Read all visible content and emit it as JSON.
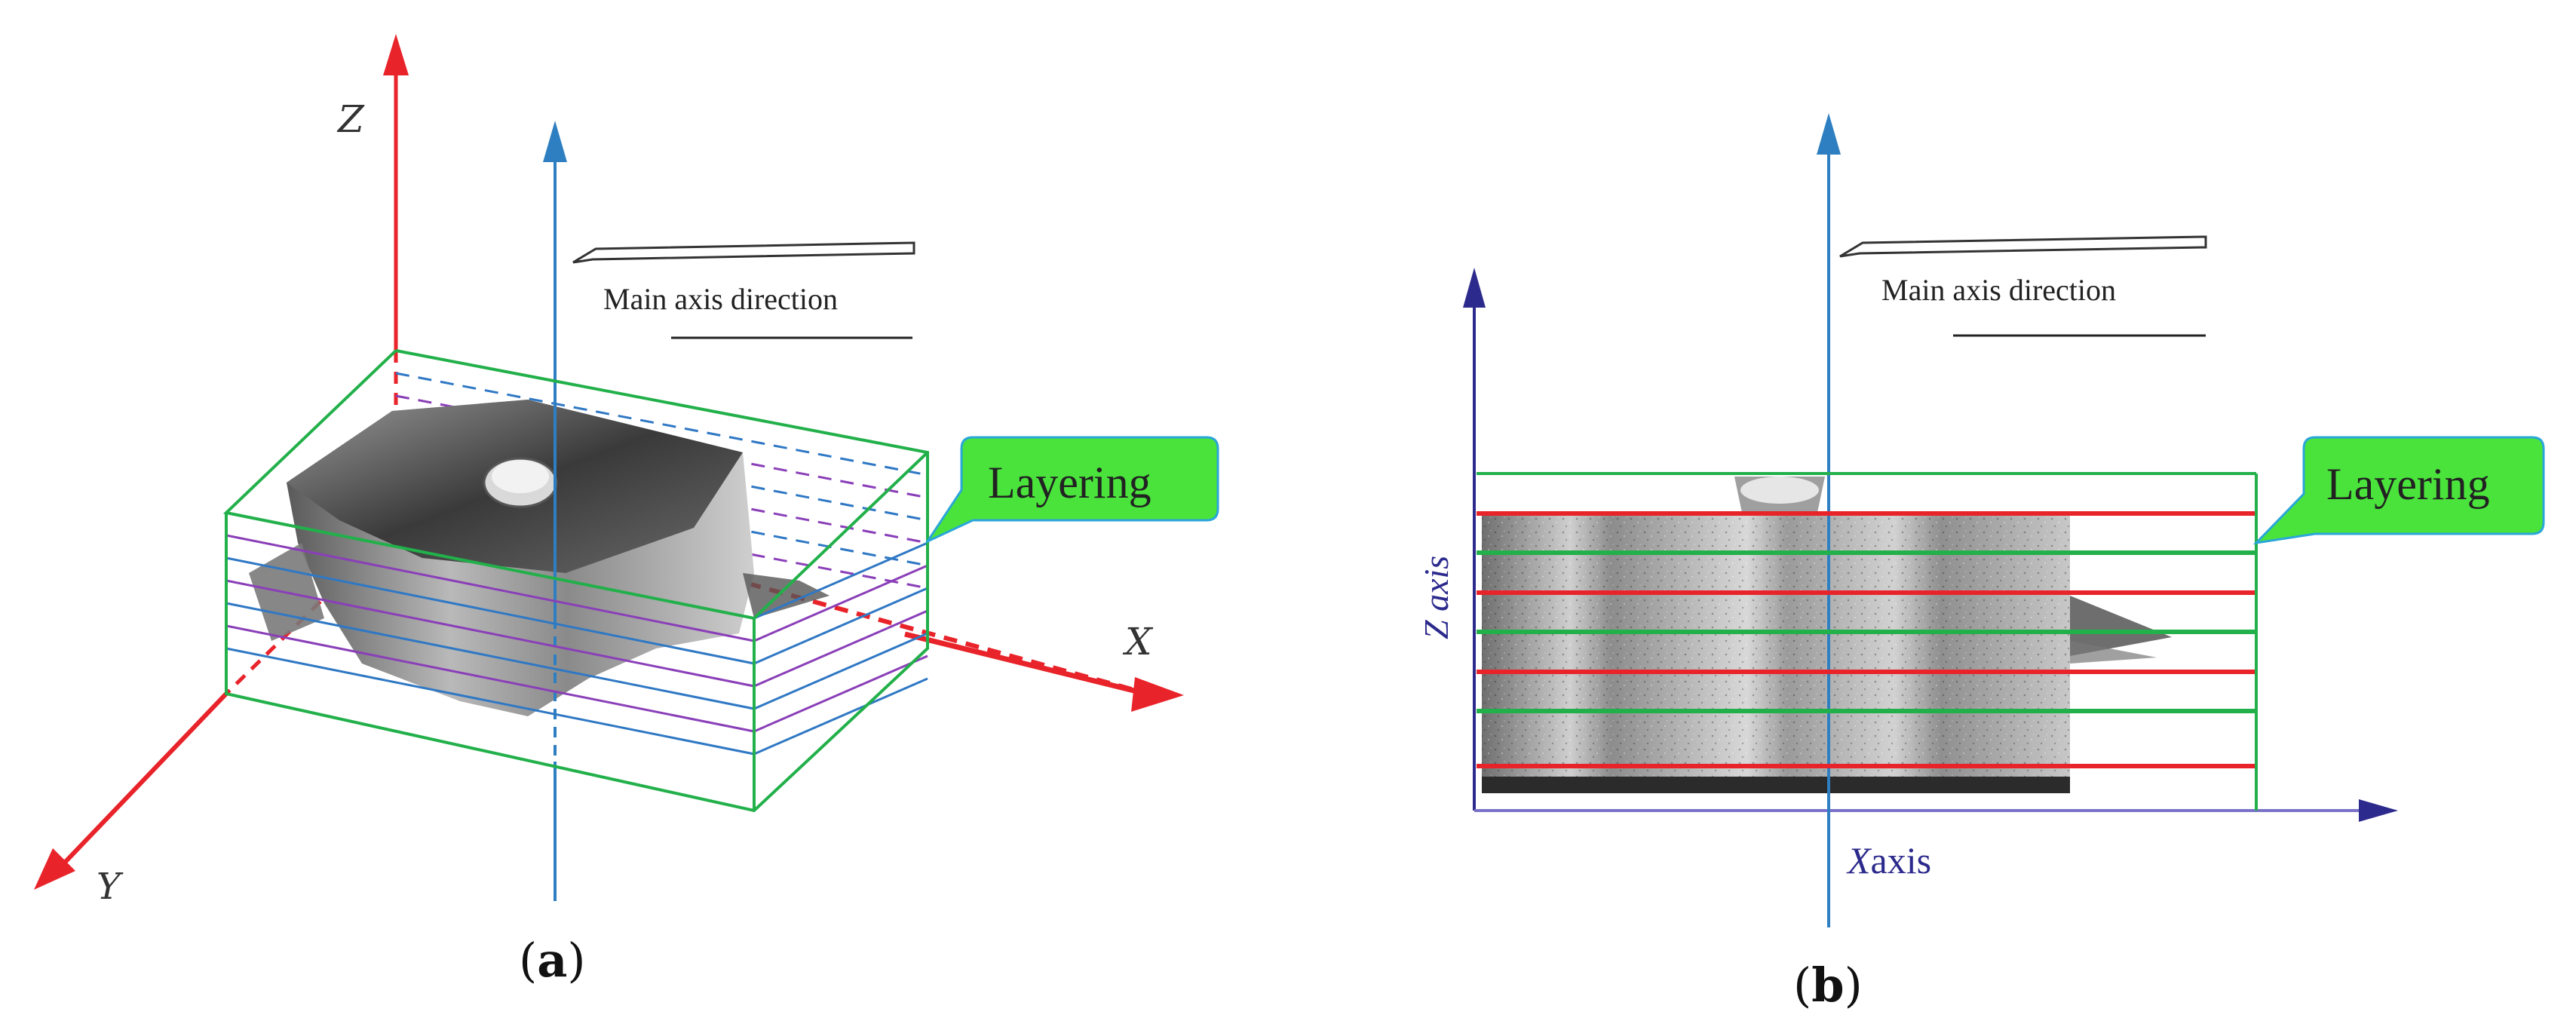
{
  "panel_a": {
    "axis_z": "Z",
    "axis_x": "X",
    "axis_y": "Y",
    "main_axis_caption": "Main axis direction",
    "callout": "Layering",
    "caption_open": "(",
    "caption_letter": "a",
    "caption_close": ")"
  },
  "panel_b": {
    "axis_z": "Z axis",
    "axis_x_letter": "X",
    "axis_x_word": "axis",
    "main_axis_caption": "Main axis direction",
    "callout": "Layering",
    "caption_open": "(",
    "caption_letter": "b",
    "caption_close": ")"
  },
  "colors": {
    "red_axis": "#e8232a",
    "blue_axis": "#2e7fc1",
    "navy_axis": "#2c2a8c",
    "layer_green": "#22b04a",
    "layer_red": "#e8232a",
    "layer_purple": "#8a3fb8",
    "layer_blue": "#2f78c4",
    "callout_fill": "#4ae33c",
    "callout_stroke": "#2aa6d8"
  }
}
